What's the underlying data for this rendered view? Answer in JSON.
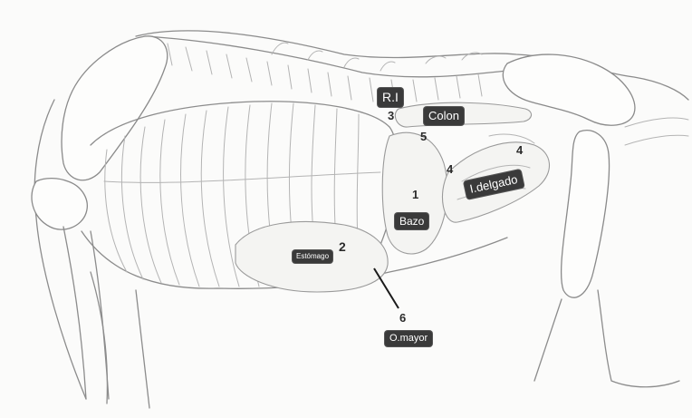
{
  "labels": {
    "ri": "R.I",
    "colon": "Colon",
    "idelgado": "I.delgado",
    "bazo": "Bazo",
    "estomago": "Estómago",
    "omayor": "O.mayor"
  },
  "numbers": {
    "n3": "3",
    "n5": "5",
    "n4a": "4",
    "n4b": "4",
    "n1": "1",
    "n2": "2",
    "n6": "6"
  }
}
